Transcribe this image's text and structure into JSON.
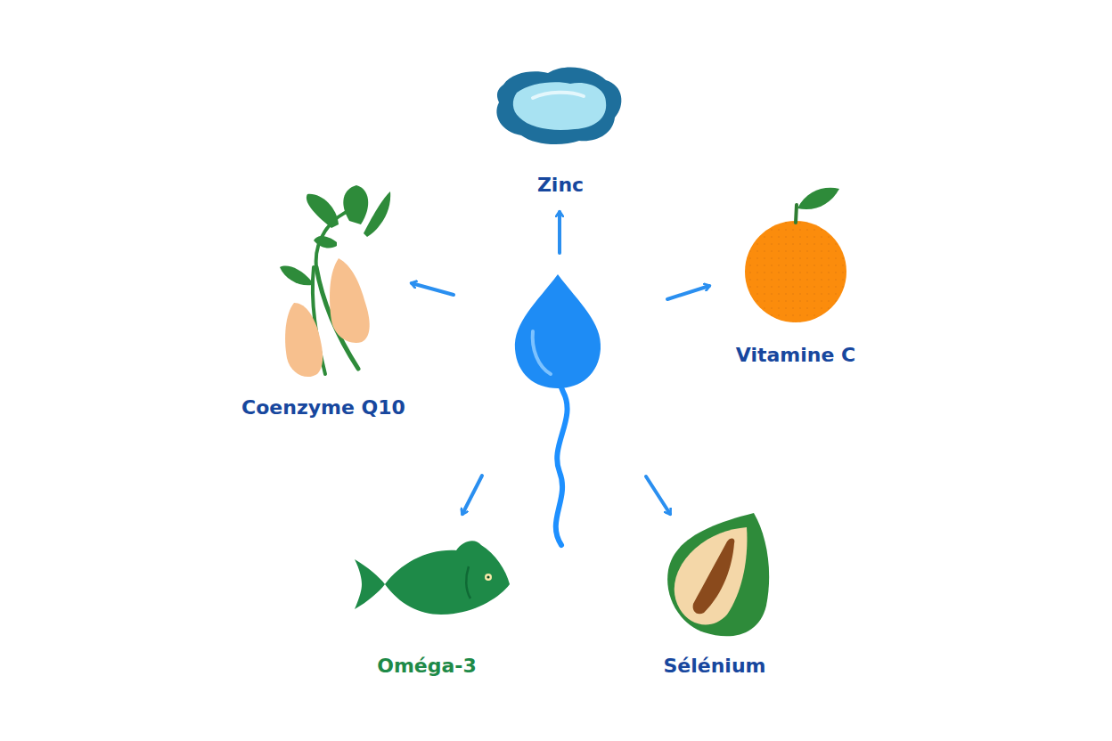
{
  "diagram": {
    "labels": [
      "Zinc",
      "Vitamine C",
      "Coenzyme Q10",
      "Oméga-3",
      "Sélénium"
    ]
  }
}
